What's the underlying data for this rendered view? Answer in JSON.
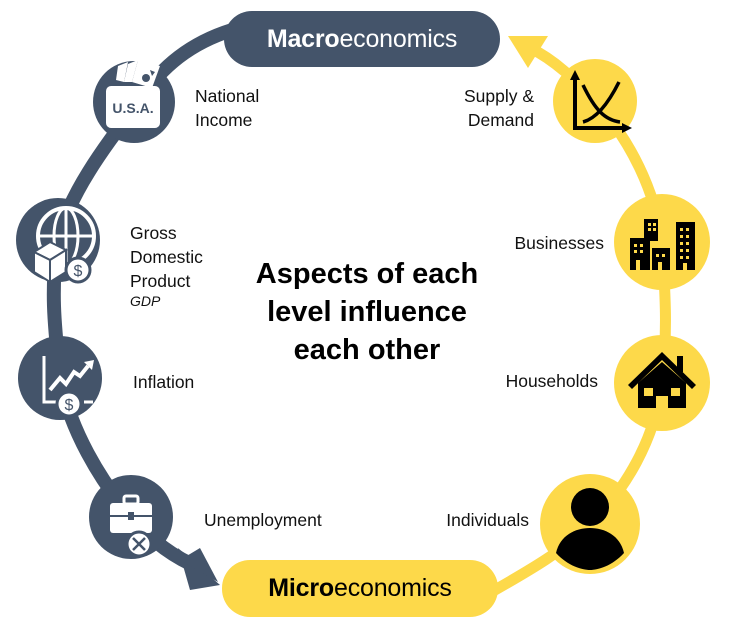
{
  "colors": {
    "macro": "#44546A",
    "micro": "#FDD94A",
    "text": "#111111"
  },
  "macro": {
    "bold": "Macro",
    "rest": "economics"
  },
  "micro": {
    "bold": "Micro",
    "rest": "economics"
  },
  "center_text": "Aspects of each\nlevel influence\neach other",
  "macro_items": [
    {
      "label": "National\nIncome",
      "icon": "wallet-usa-icon",
      "icon_text": "U.S.A."
    },
    {
      "label": "Gross\nDomestic\nProduct",
      "sublabel": "GDP",
      "icon": "globe-box-dollar-icon",
      "icon_text": "$"
    },
    {
      "label": "Inflation",
      "icon": "rising-chart-dollar-icon",
      "icon_text": "$"
    },
    {
      "label": "Unemployment",
      "icon": "briefcase-x-icon"
    }
  ],
  "micro_items": [
    {
      "label": "Supply &\nDemand",
      "icon": "supply-demand-chart-icon"
    },
    {
      "label": "Businesses",
      "icon": "buildings-icon"
    },
    {
      "label": "Households",
      "icon": "house-icon"
    },
    {
      "label": "Individuals",
      "icon": "person-icon"
    }
  ]
}
